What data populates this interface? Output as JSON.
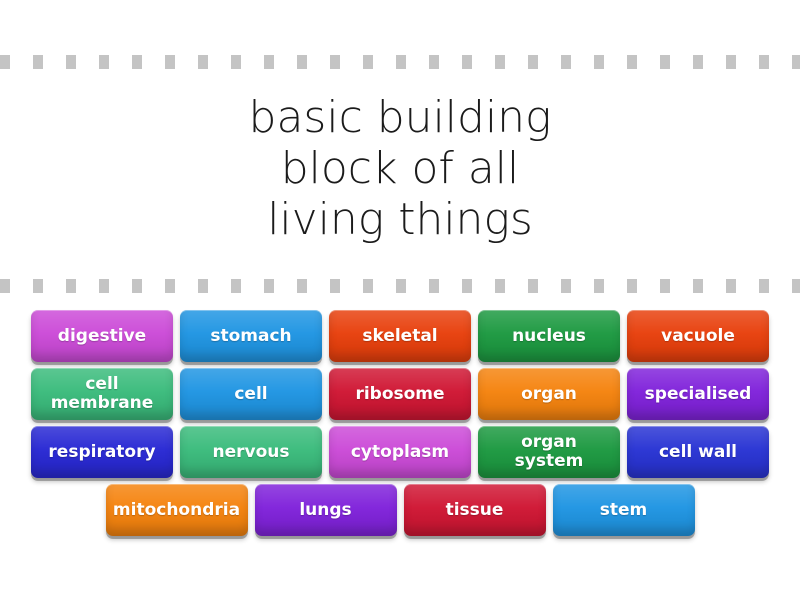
{
  "activity": {
    "type": "matching-quiz-card",
    "background_color": "#ffffff",
    "prompt": "basic building\nblock of all\nliving things",
    "prompt_color": "#1b1b1b"
  },
  "separators": {
    "dash_color": "#c4c4c4",
    "dash_width": 10,
    "dash_gap": 23,
    "top_rule_name": "top-dashed-rule",
    "bottom_rule_name": "bottom-dashed-rule"
  },
  "answer_tiles": {
    "rows": [
      [
        {
          "label": "digestive",
          "color": "#cc4cd8"
        },
        {
          "label": "stomach",
          "color": "#2196e3"
        },
        {
          "label": "skeletal",
          "color": "#e8410e"
        },
        {
          "label": "nucleus",
          "color": "#1e9a42"
        },
        {
          "label": "vacuole",
          "color": "#e8410e"
        }
      ],
      [
        {
          "label": "cell\nmembrane",
          "color": "#3cbc7d"
        },
        {
          "label": "cell",
          "color": "#2196e3"
        },
        {
          "label": "ribosome",
          "color": "#d01835"
        },
        {
          "label": "organ",
          "color": "#f58410"
        },
        {
          "label": "specialised",
          "color": "#8124db"
        }
      ],
      [
        {
          "label": "respiratory",
          "color": "#2a2ad4"
        },
        {
          "label": "nervous",
          "color": "#3cbc7d"
        },
        {
          "label": "cytoplasm",
          "color": "#cc4cd8"
        },
        {
          "label": "organ\nsystem",
          "color": "#1e9a42"
        },
        {
          "label": "cell wall",
          "color": "#2a35d4"
        }
      ],
      [
        {
          "label": "mitochondria",
          "color": "#f58410"
        },
        {
          "label": "lungs",
          "color": "#8124db"
        },
        {
          "label": "tissue",
          "color": "#d01835"
        },
        {
          "label": "stem",
          "color": "#2196e3"
        }
      ]
    ]
  }
}
